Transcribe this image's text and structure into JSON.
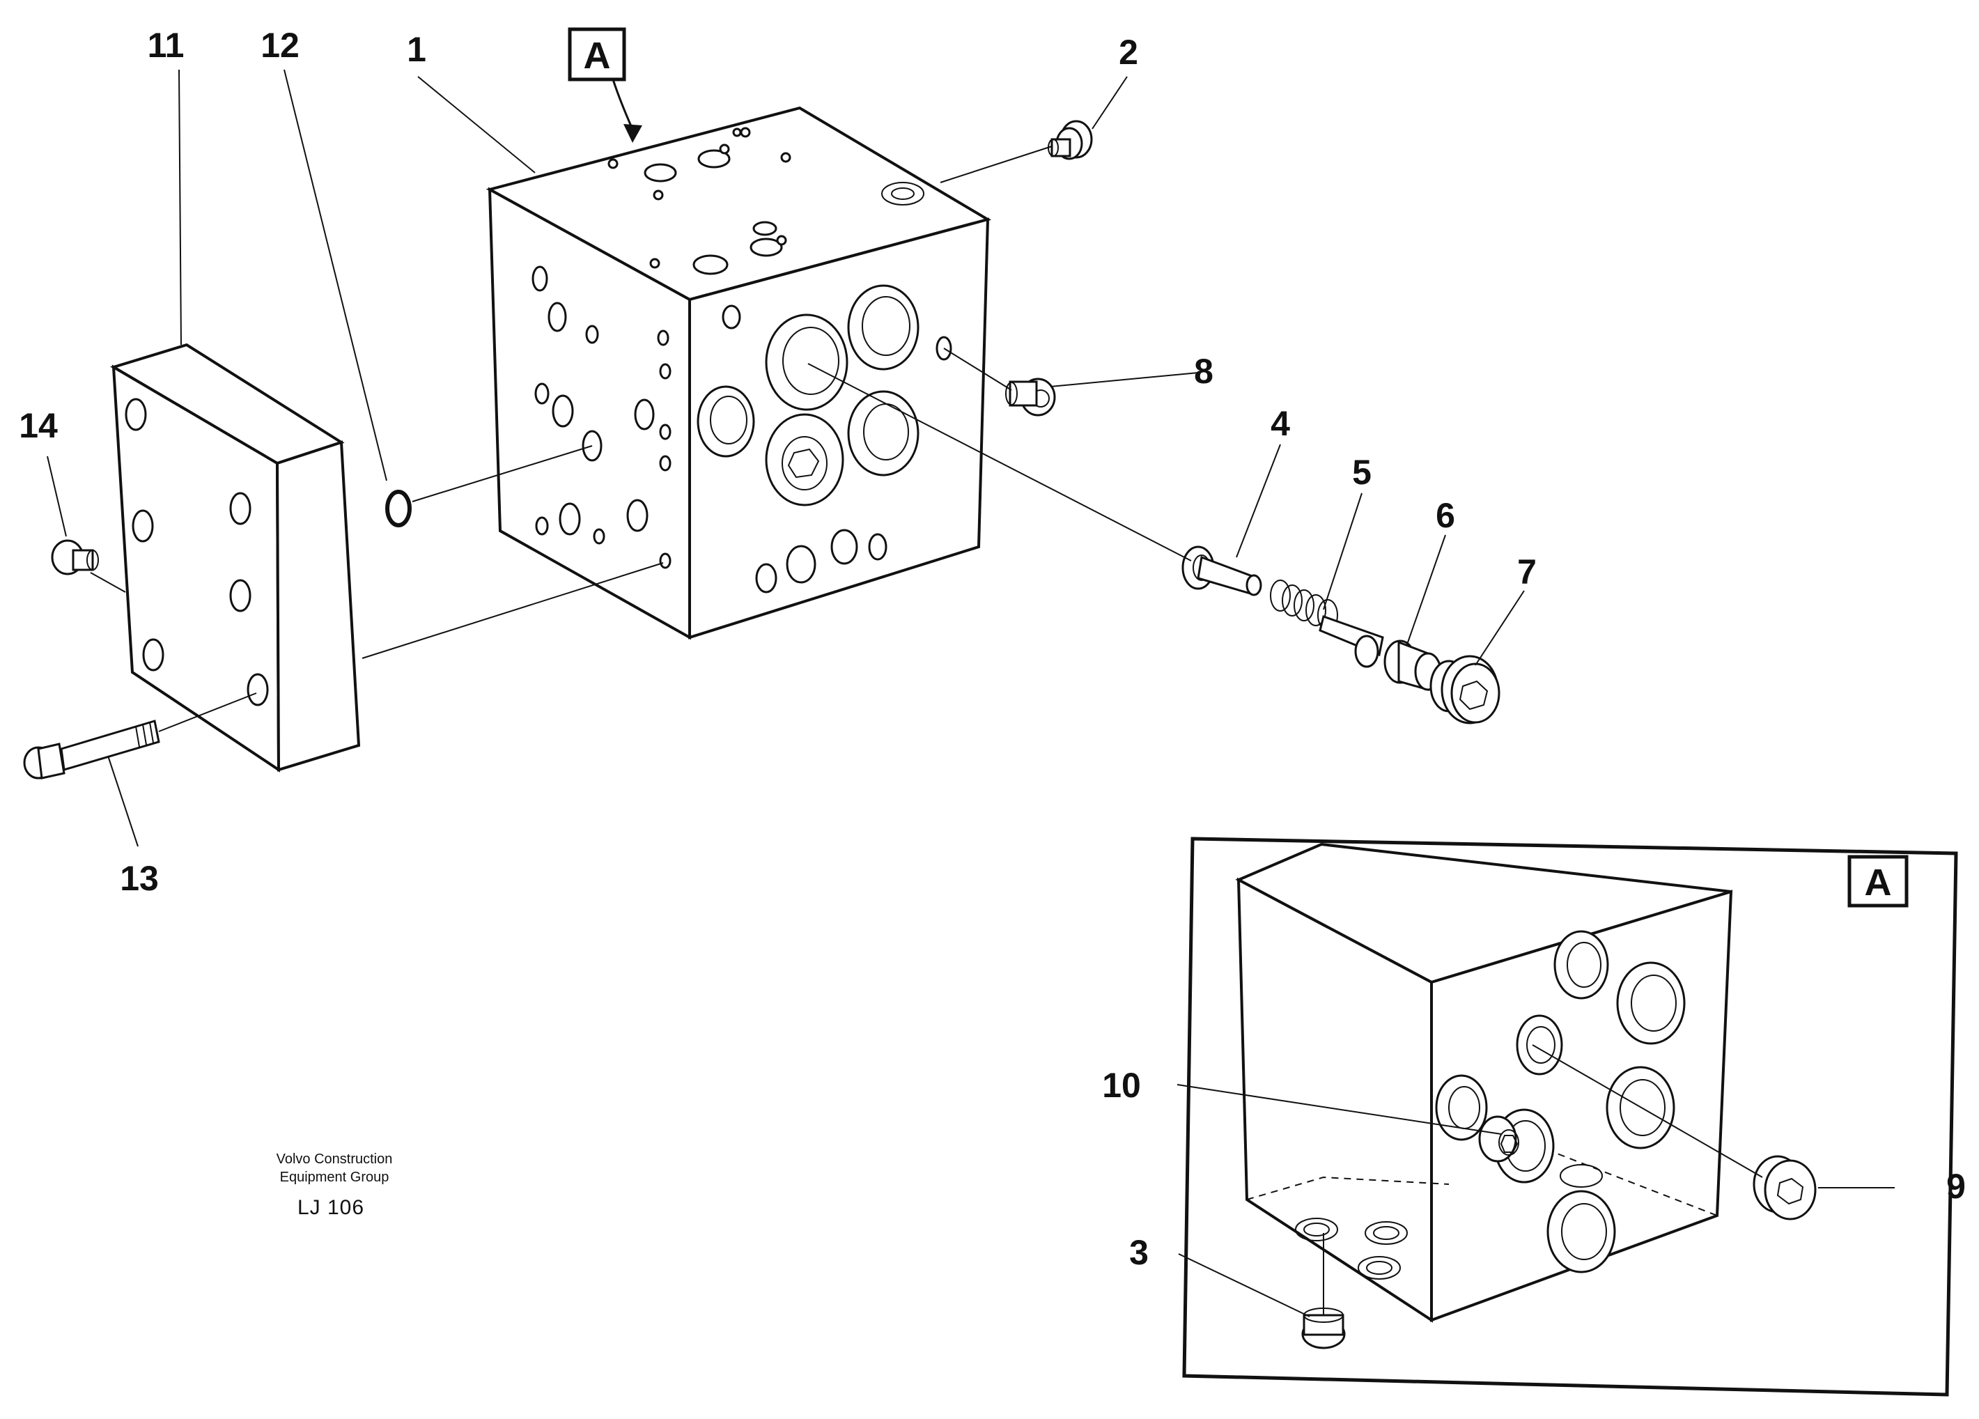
{
  "callouts": {
    "c1": "1",
    "c2": "2",
    "c3": "3",
    "c4": "4",
    "c5": "5",
    "c6": "6",
    "c7": "7",
    "c8": "8",
    "c9": "9",
    "c10": "10",
    "c11": "11",
    "c12": "12",
    "c13": "13",
    "c14": "14"
  },
  "view_marker": {
    "label": "A",
    "detail_label": "A"
  },
  "footer": {
    "company_line1": "Volvo Construction",
    "company_line2": "Equipment Group",
    "drawing_code": "LJ 106"
  }
}
